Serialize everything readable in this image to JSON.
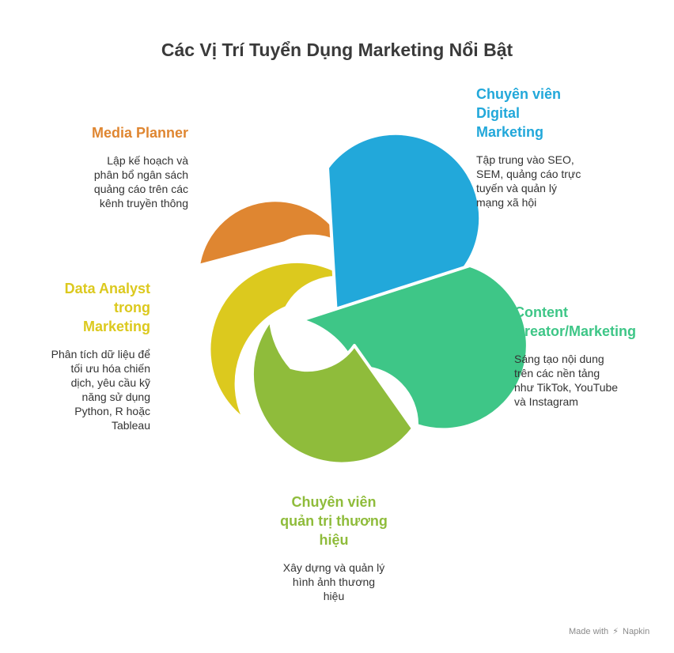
{
  "title": "Các Vị Trí Tuyển Dụng Marketing Nổi Bật",
  "colors": {
    "orange": "#DF8631",
    "blue": "#22A8DA",
    "green": "#3EC687",
    "lime": "#8FBC3B",
    "yellow": "#DCC91E",
    "white": "#FFFFFF"
  },
  "segments": [
    {
      "id": "media-planner",
      "color": "#DF8631",
      "heading": "Media Planner",
      "description": "Lập kế hoạch và\nphân bổ ngân sách\nquảng cáo trên các\nkênh truyền thông"
    },
    {
      "id": "digital-marketing",
      "color": "#22A8DA",
      "heading": "Chuyên viên\nDigital\nMarketing",
      "description": "Tập trung vào SEO,\nSEM, quảng cáo trực\ntuyến và quản lý\nmạng xã hội"
    },
    {
      "id": "content-creator",
      "color": "#3EC687",
      "heading": "Content\nCreator/Marketing",
      "description": "Sáng tạo nội dung\ntrên các nền tảng\nnhư TikTok, YouTube\nvà Instagram"
    },
    {
      "id": "brand-manager",
      "color": "#8FBC3B",
      "heading": "Chuyên viên\nquản trị thương\nhiệu",
      "description": "Xây dựng và quản lý\nhình ảnh thương\nhiệu"
    },
    {
      "id": "data-analyst",
      "color": "#DCC91E",
      "heading": "Data Analyst\ntrong\nMarketing",
      "description": "Phân tích dữ liệu để\ntối ưu hóa chiến\ndịch, yêu cầu kỹ\nnăng sử dụng\nPython, R hoặc\nTableau"
    }
  ],
  "footer": {
    "made_with": "Made with",
    "brand": "Napkin"
  }
}
